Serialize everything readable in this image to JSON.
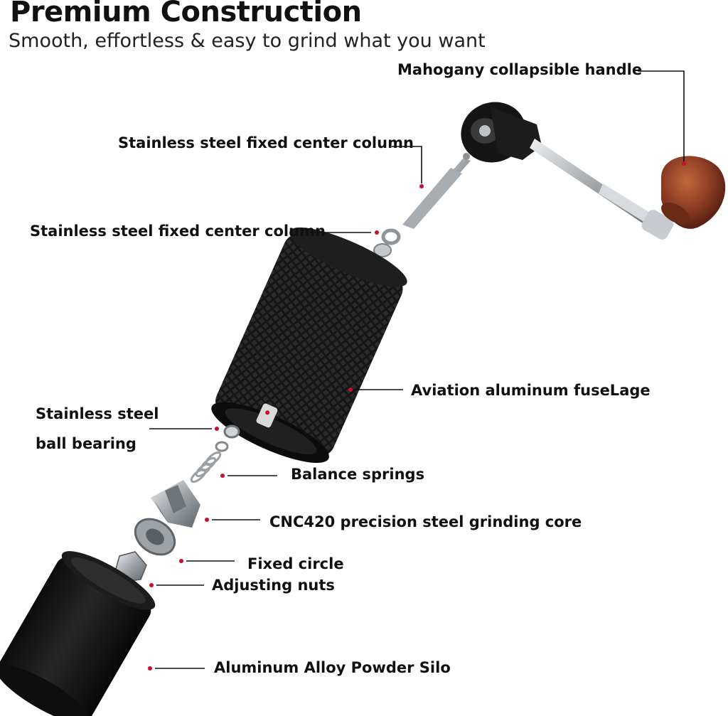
{
  "header": {
    "title": "Premium Construction",
    "subtitle": "Smooth, effortless & easy to grind what you want"
  },
  "labels": {
    "handle": "Mahogany collapsible handle",
    "column_top": "Stainless steel fixed center column",
    "column_lower": "Stainless steel fixed center column",
    "fuselage": "Aviation aluminum fuseLage",
    "bearing_line1": "Stainless steel",
    "bearing_line2": "ball bearing",
    "springs": "Balance springs",
    "grinding_core": "CNC420 precision steel grinding core",
    "fixed_circle": "Fixed circle",
    "nuts": "Adjusting nuts",
    "silo": "Aluminum Alloy Powder Silo"
  },
  "colors": {
    "leader_line": "#111111",
    "marker_dot": "#c8102e",
    "body_black": "#141414",
    "mahogany": "#8a3b22",
    "steel": "#b8bcc0"
  }
}
